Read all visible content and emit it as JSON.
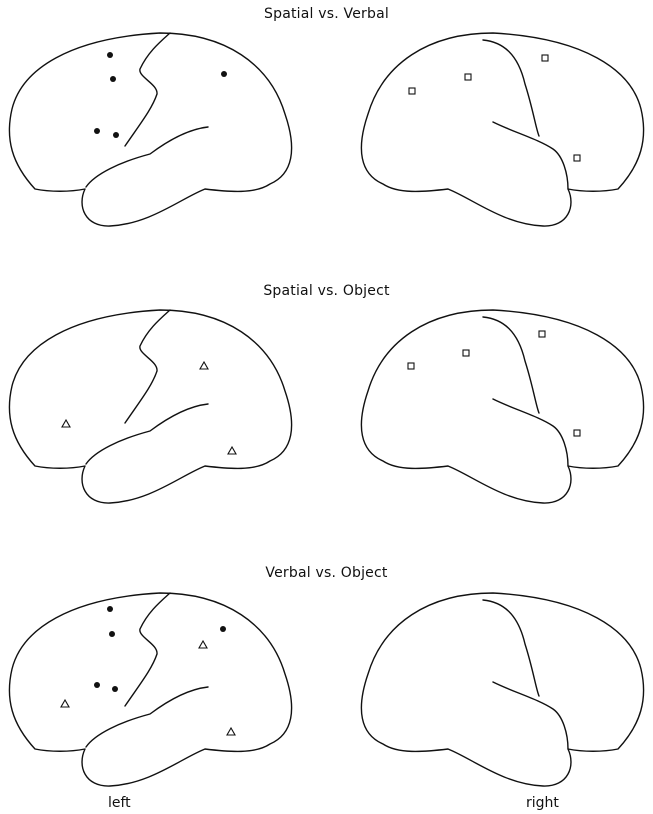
{
  "panels": [
    {
      "title": "Spatial vs. Verbal"
    },
    {
      "title": "Spatial vs. Object"
    },
    {
      "title": "Verbal vs. Object"
    }
  ],
  "hemisphere_labels": {
    "left": "left",
    "right": "right"
  }
}
